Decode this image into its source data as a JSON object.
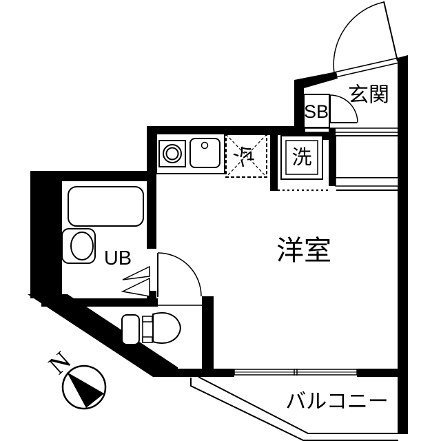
{
  "floorplan": {
    "type": "apartment-floor-plan",
    "labels": {
      "living_room": "洋室",
      "entrance": "玄関",
      "balcony": "バルコニー",
      "unit_bath": "UB",
      "shoe_box": "SB",
      "refrigerator": "冷",
      "washing_machine": "洗",
      "compass_north": "N"
    },
    "colors": {
      "wall": "#000000",
      "background": "#ffffff",
      "line": "#000000"
    }
  }
}
